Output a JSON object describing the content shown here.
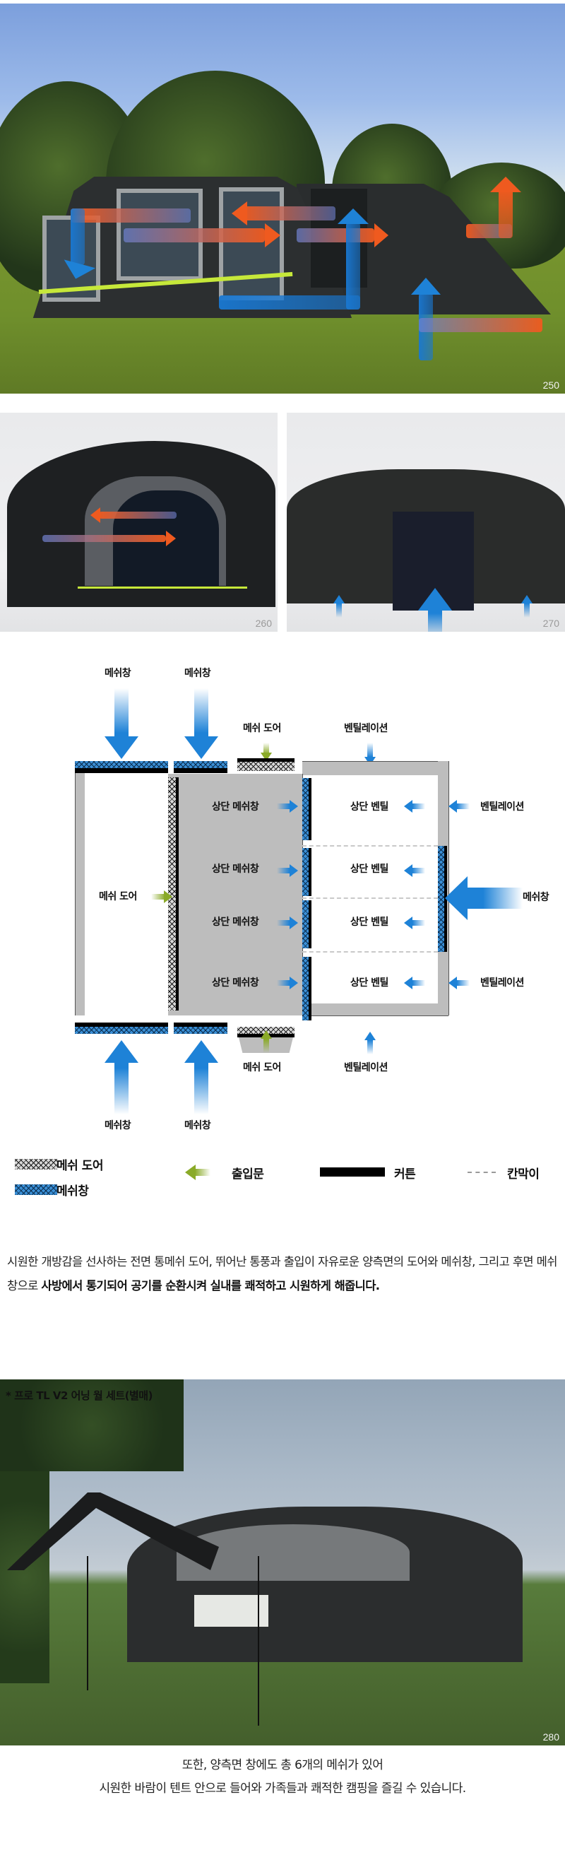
{
  "photos": {
    "photo1_number": "250",
    "photo2a_number": "260",
    "photo2b_number": "270",
    "photo3_number": "280",
    "photo3_note": "* 프로 TL V2 어닝 월 세트(별매)"
  },
  "diagram": {
    "top_left_window": "메쉬창",
    "top_mid_window": "메쉬창",
    "top_door": "메쉬 도어",
    "top_ventilation": "벤틸레이션",
    "left_door": "메쉬 도어",
    "upper_mesh_windows": [
      "상단 메쉬창",
      "상단 메쉬창",
      "상단 메쉬창",
      "상단 메쉬창"
    ],
    "upper_vents": [
      "상단 벤틸",
      "상단 벤틸",
      "상단 벤틸",
      "상단 벤틸"
    ],
    "right_ventilation_top": "벤틸레이션",
    "right_window": "메쉬창",
    "right_ventilation_bottom": "벤틸레이션",
    "bottom_door": "메쉬 도어",
    "bottom_ventilation": "벤틸레이션",
    "bottom_left_window": "메쉬창",
    "bottom_mid_window": "메쉬창",
    "colors": {
      "air_flow_blue": "#1e82d7",
      "entrance_green": "#8aaa28",
      "wall_grey": "#bdbdbd",
      "mesh_window_blue": "#3a8fd6",
      "curtain_black": "#000000",
      "warm_air_orange": "#f05a1e"
    }
  },
  "legend": {
    "mesh_door": "메쉬 도어",
    "mesh_window": "메쉬창",
    "entrance": "출입문",
    "curtain": "커튼",
    "partition": "칸막이"
  },
  "description": {
    "normal": "시원한 개방감을 선사하는 전면 통메쉬 도어, 뛰어난 통풍과 출입이 자유로운 양측면의 도어와 메쉬창, 그리고 후면 메쉬창으로 ",
    "bold": "사방에서 통기되어 공기를 순환시켜 실내를 쾌적하고 시원하게 해줍니다."
  },
  "caption": {
    "line1": "또한, 양측면 창에도 총 6개의 메쉬가 있어",
    "line2": "시원한 바람이 텐트 안으로 들어와 가족들과 쾌적한 캠핑을 즐길 수 있습니다."
  }
}
